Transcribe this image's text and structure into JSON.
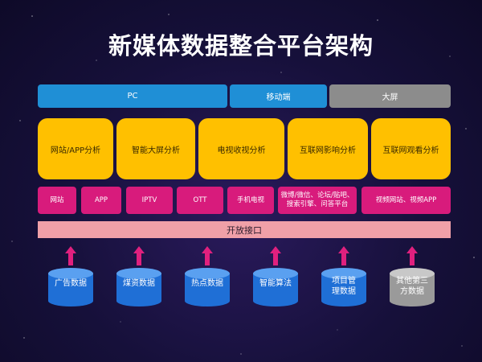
{
  "title": "新媒体数据整合平台架构",
  "tabs": [
    {
      "label": "PC",
      "color": "#1f8fd6"
    },
    {
      "label": "移动端",
      "color": "#1f8fd6"
    },
    {
      "label": "大屏",
      "color": "#8c8c8c"
    }
  ],
  "analysis": [
    {
      "label": "网站/APP分析"
    },
    {
      "label": "智能大屏分析"
    },
    {
      "label": "电视收视分析"
    },
    {
      "label": "互联网影响分析"
    },
    {
      "label": "互联网观看分析"
    }
  ],
  "channels": [
    {
      "label": "网站"
    },
    {
      "label": "APP"
    },
    {
      "label": "IPTV"
    },
    {
      "label": "OTT"
    },
    {
      "label": "手机电视"
    },
    {
      "label": "微博/微信、论坛/贴吧、搜索引擎、问答平台"
    },
    {
      "label": "视频网站、视频APP"
    }
  ],
  "api_label": "开放接口",
  "sources": [
    {
      "label": "广告数据",
      "color": "#1f6fd6"
    },
    {
      "label": "煤资数据",
      "color": "#1f6fd6"
    },
    {
      "label": "热点数据",
      "color": "#1f6fd6"
    },
    {
      "label": "智能算法",
      "color": "#1f6fd6"
    },
    {
      "label": "项目管理数据",
      "color": "#1f6fd6"
    },
    {
      "label": "其他第三方数据",
      "color": "#9a9a9a"
    }
  ],
  "colors": {
    "accent_yellow": "#ffc000",
    "accent_pink": "#d81b7c",
    "arrow": "#e0207e",
    "api_bar": "#f0a0a8"
  }
}
